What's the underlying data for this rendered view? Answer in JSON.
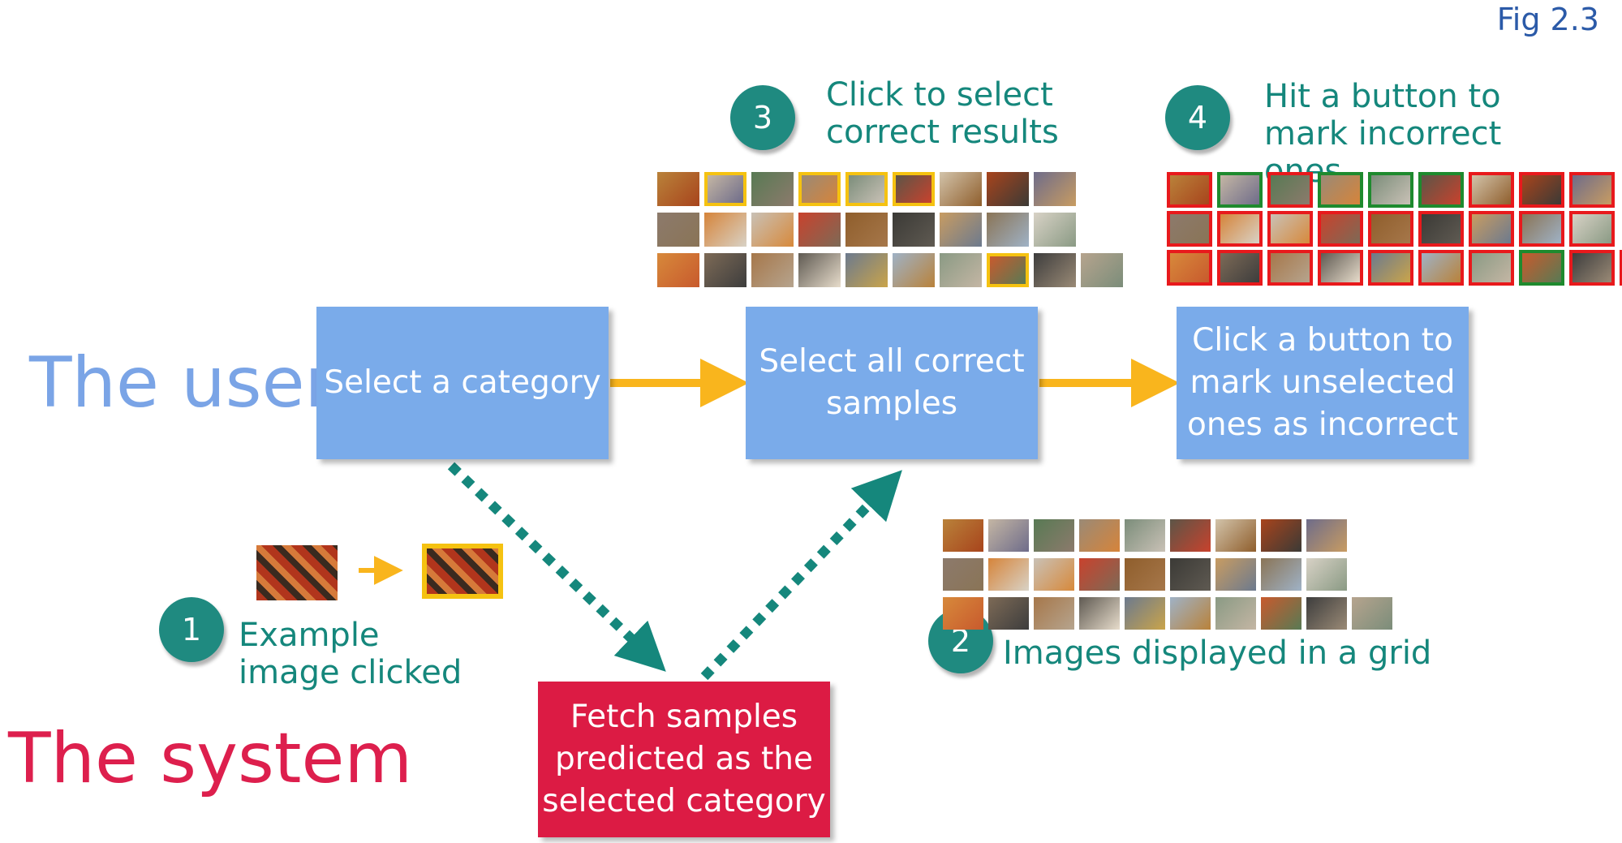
{
  "figure_label": "Fig 2.3",
  "actors": {
    "user": "The user",
    "system": "The system"
  },
  "boxes": {
    "select_category": "Select a category",
    "select_correct": "Select all correct samples",
    "click_button": "Click a button to mark unselected ones as incorrect",
    "fetch": "Fetch samples predicted as the selected category"
  },
  "steps": [
    {
      "num": "1",
      "text": "Example image clicked"
    },
    {
      "num": "2",
      "text": "Images displayed in a grid"
    },
    {
      "num": "3",
      "text": "Click to select correct results"
    },
    {
      "num": "4",
      "text": "Hit a button to mark incorrect ones"
    }
  ],
  "colors": {
    "user_blue": "#7aa4e6",
    "box_blue": "#7aabea",
    "system_red": "#dc1b44",
    "teal": "#1f8a80",
    "arrow_yellow": "#f9b51d",
    "select_border": "#f5c211",
    "correct_border": "#1e8a2e",
    "incorrect_border": "#e8191c"
  },
  "thumbnails": {
    "row_counts": [
      9,
      9,
      10
    ],
    "palette": [
      "#b9823a",
      "#c4b6a4",
      "#587a54",
      "#9a8a76",
      "#7b8d7a",
      "#5c5547",
      "#d2c3aa",
      "#a8441c",
      "#6e6c8a",
      "#8c7a6c",
      "#d6843a",
      "#c9c1b6",
      "#c9422d",
      "#8f5e2c",
      "#3b3a36",
      "#c89c62",
      "#8a7456",
      "#d8d2c6",
      "#d7893b",
      "#7d6a56",
      "#a6774a",
      "#5f5a52",
      "#6c7a8e",
      "#9fb2c6",
      "#8a9a84",
      "#c85a2d",
      "#3d3d3d",
      "#b6a48e",
      "#e7dccb",
      "#caa44a"
    ],
    "grid_selected": [
      1,
      3,
      4,
      5,
      25
    ],
    "grid_correct": [
      1,
      3,
      4,
      5,
      25
    ]
  }
}
